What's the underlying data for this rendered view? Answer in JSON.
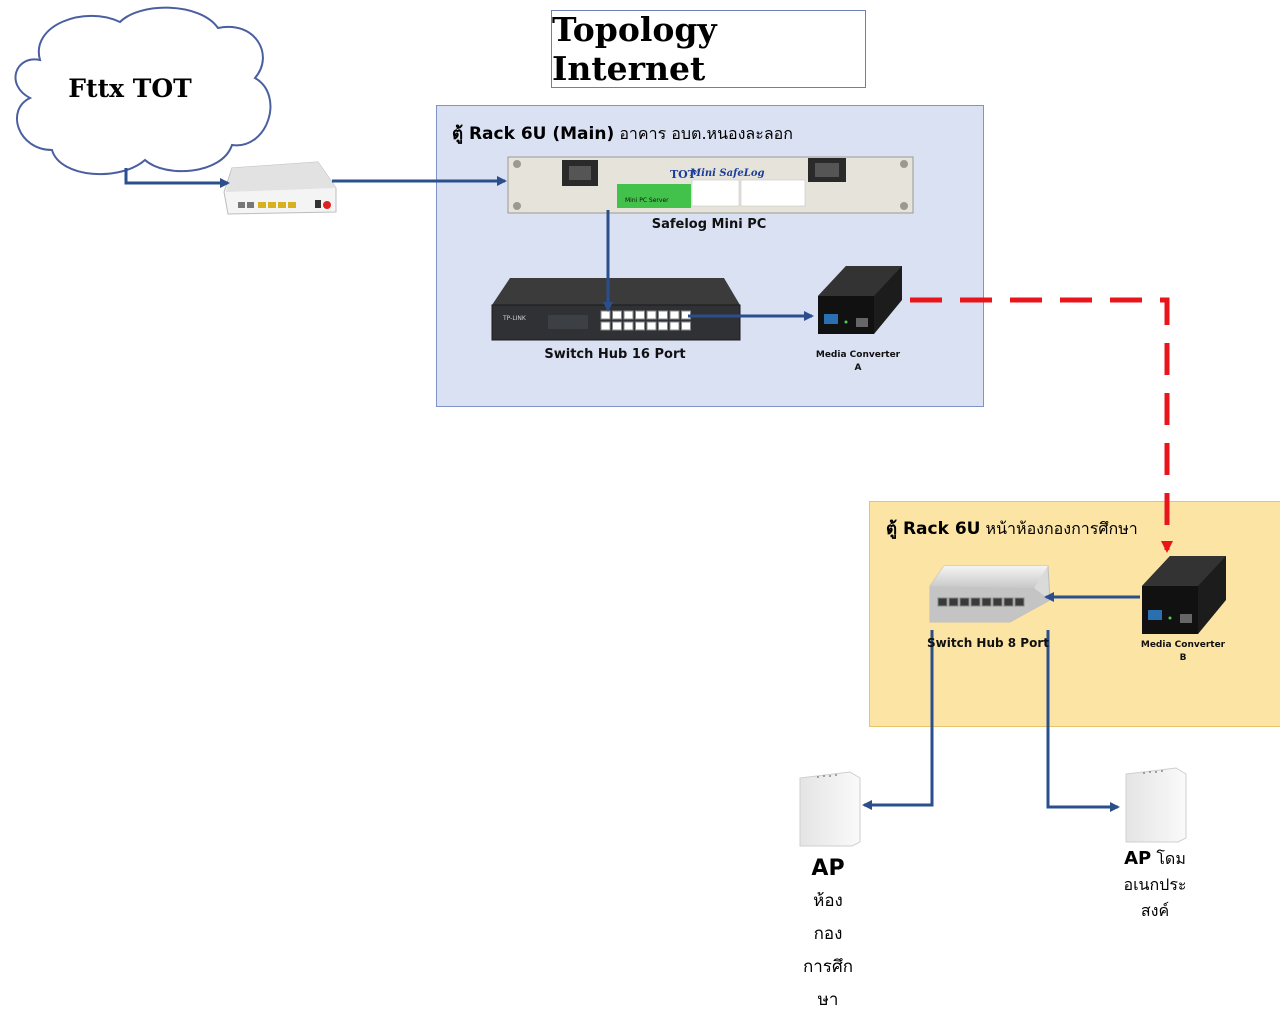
{
  "title": "Topology Internet",
  "cloud": {
    "label": "Fttx TOT"
  },
  "rack_main": {
    "title_bold": "ตู้ Rack 6U (Main)",
    "title_rest": " อาคาร อบต.หนองละลอก"
  },
  "rack_sub": {
    "title_bold": "ตู้ Rack 6U",
    "title_rest": " หน้าห้องกองการศึกษา"
  },
  "safelog": {
    "label": "Safelog Mini PC",
    "brand": "TOT",
    "brand_sub": "Mini SafeLog",
    "screen_text": "Mini PC Server"
  },
  "switch16": {
    "label": "Switch Hub 16 Port",
    "brand": "TP-LINK"
  },
  "media_a": {
    "label_line1": "Media Converter",
    "label_line2": "A"
  },
  "media_b": {
    "label_line1": "Media Converter",
    "label_line2": "B"
  },
  "switch8": {
    "label": "Switch Hub 8 Port"
  },
  "ap1": {
    "name": "AP",
    "lines": [
      "ห้อง",
      "กอง",
      "การศึก",
      "ษา"
    ]
  },
  "ap2": {
    "name": "AP",
    "name_rest": " โดม",
    "lines": [
      "อเนกประ",
      "สงค์"
    ]
  },
  "colors": {
    "link": "#2b4f8c",
    "fiber": "#e8161b",
    "rack_main": "#dae1f3",
    "rack_sub": "#fce5a4"
  }
}
